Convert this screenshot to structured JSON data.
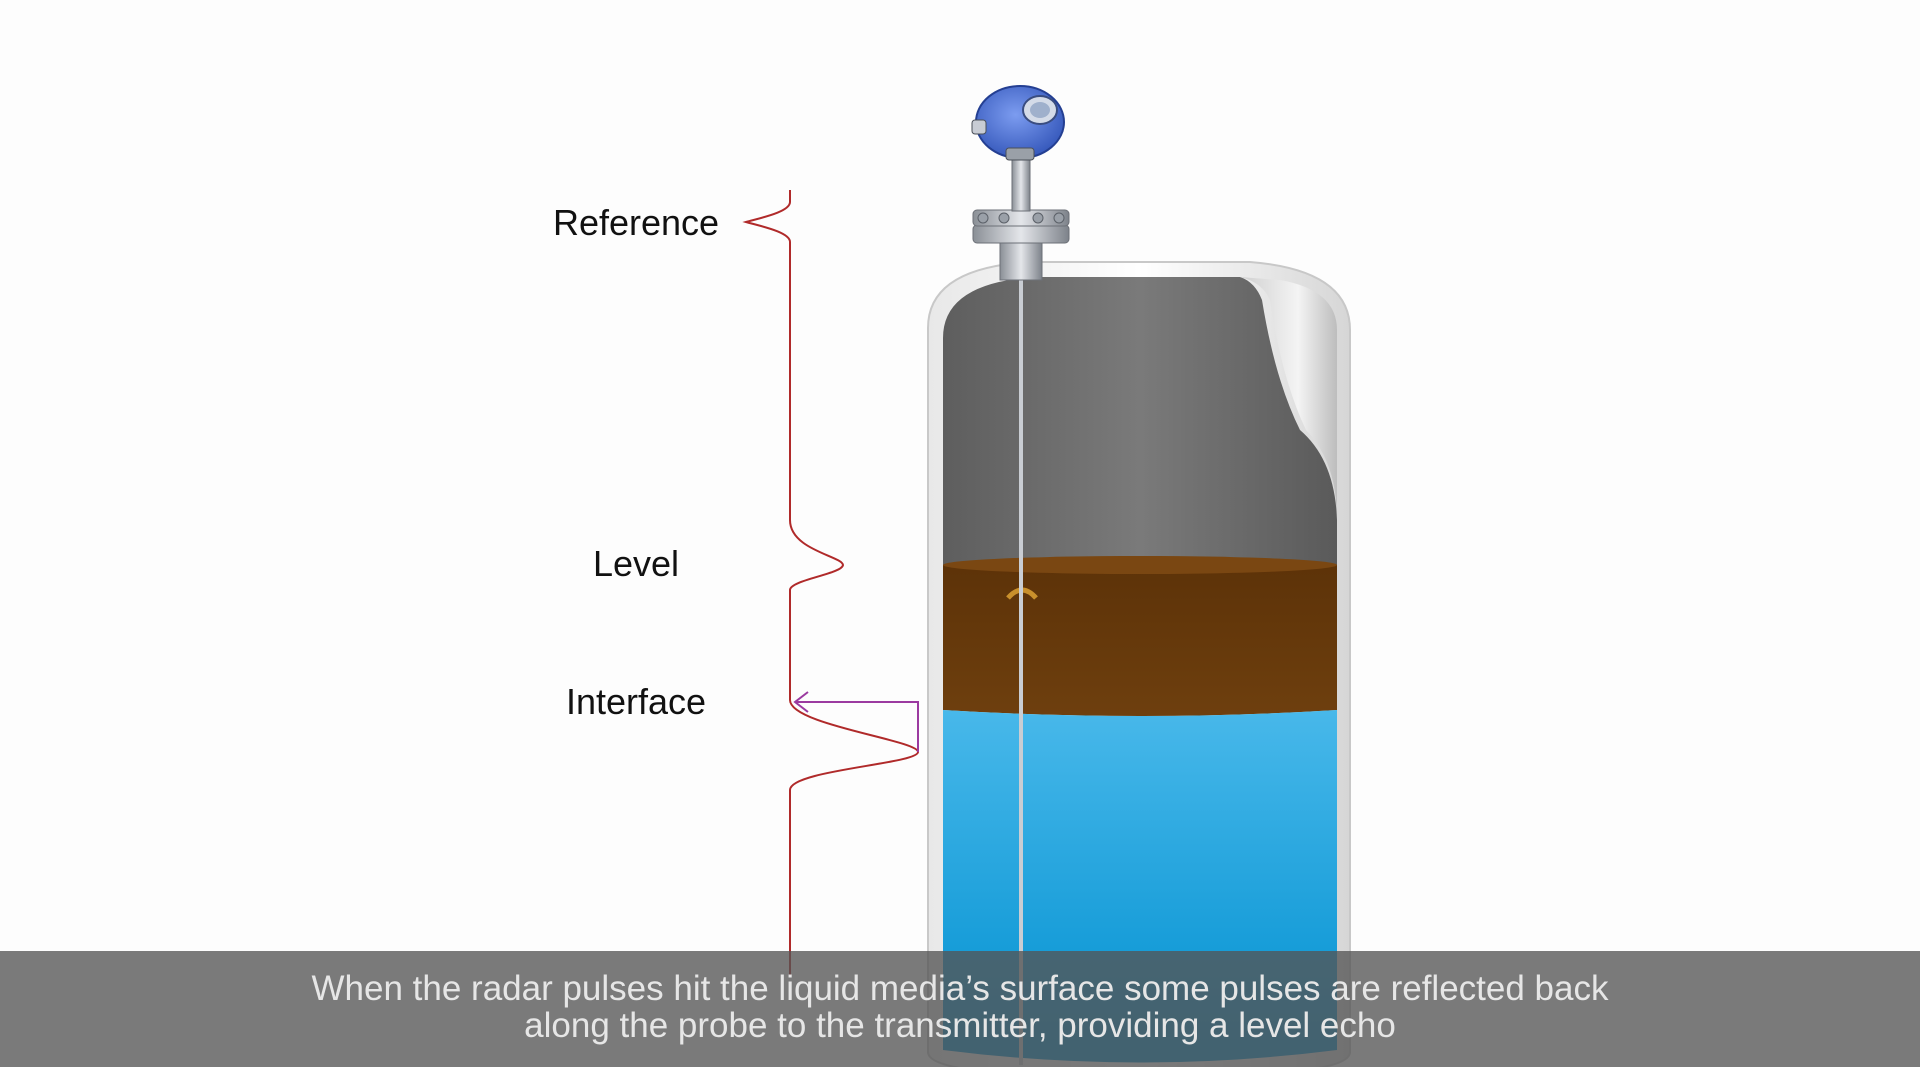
{
  "labels": {
    "reference": "Reference",
    "level": "Level",
    "interface": "Interface"
  },
  "caption": {
    "line1": "When the radar pulses hit the liquid media’s surface some pulses are reflected back",
    "line2": "along the probe to the transmitter, providing a level echo"
  },
  "colors": {
    "echo_trace": "#b02a2a",
    "interface_arrow": "#9b3aa0",
    "upper_liquid": "#6b3c0c",
    "lower_liquid": "#1aa0dc",
    "tank_gas_space": "#6e6e6e",
    "transmitter_head": "#3a5fc4"
  }
}
